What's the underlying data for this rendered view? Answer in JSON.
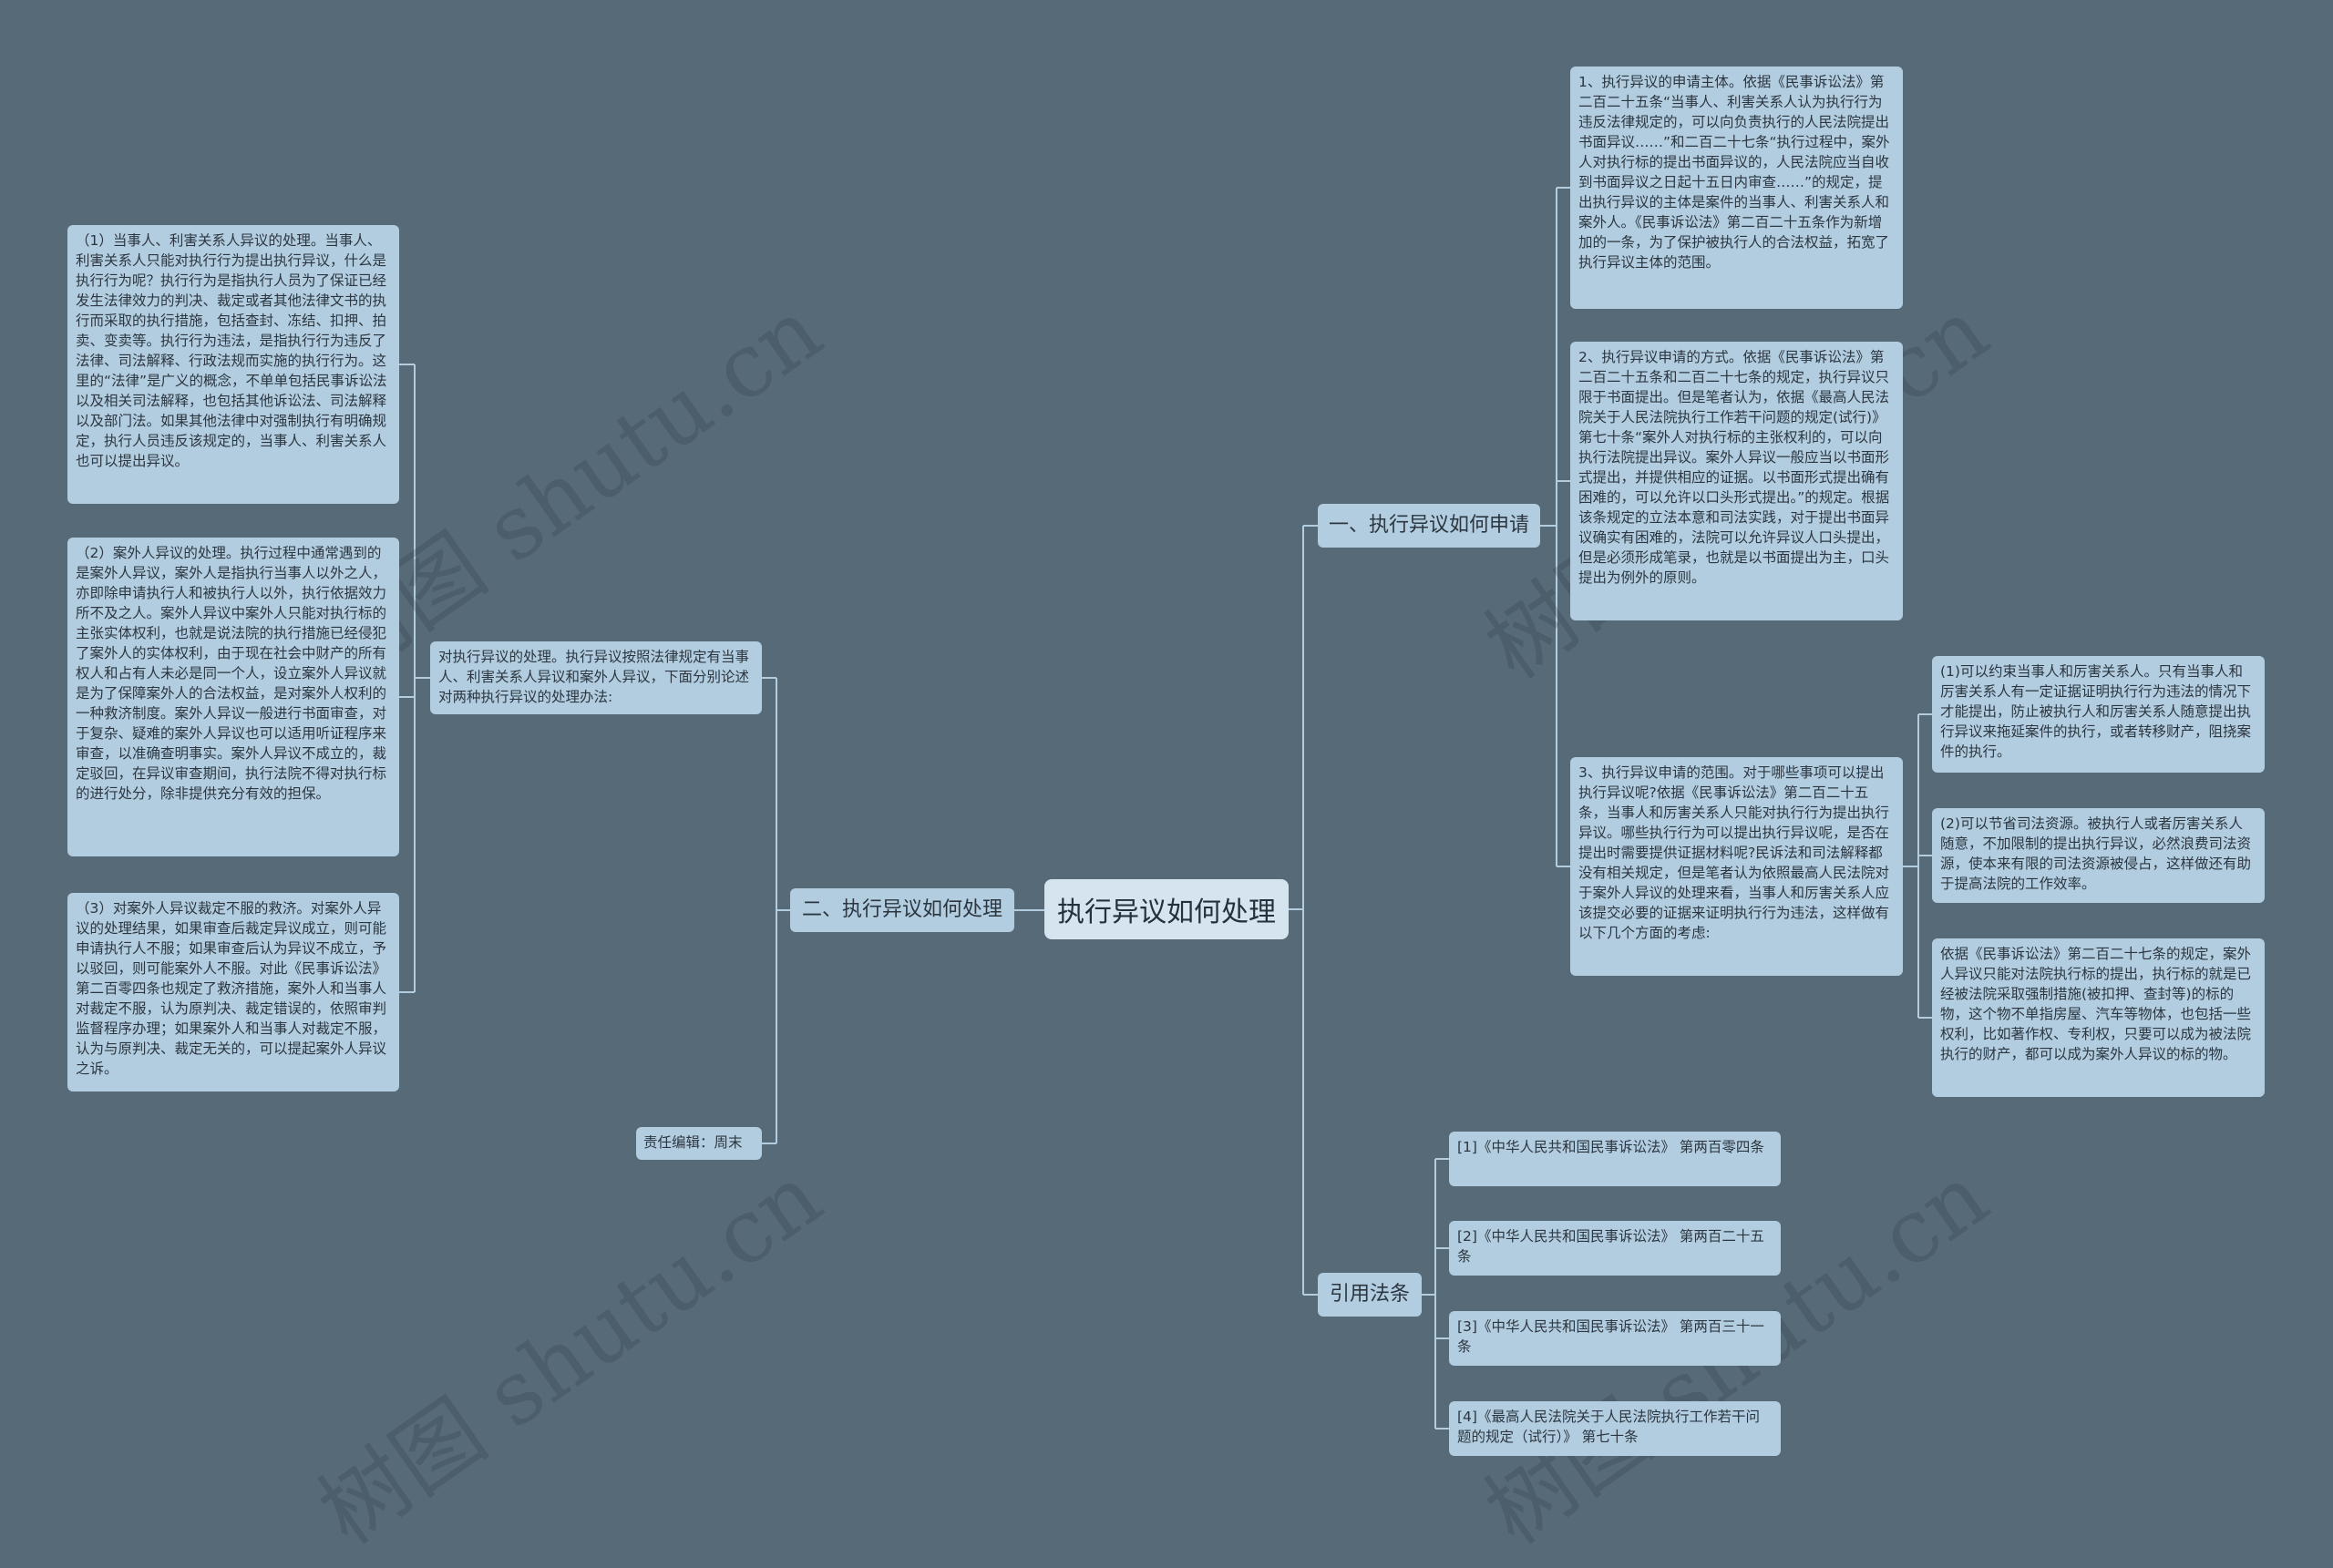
{
  "root": {
    "label": "执行异议如何处理"
  },
  "branch_apply": {
    "label": "一、执行异议如何申请",
    "items": [
      "1、执行异议的申请主体。依据《民事诉讼法》第二百二十五条“当事人、利害关系人认为执行行为违反法律规定的，可以向负责执行的人民法院提出书面异议……”和二百二十七条“执行过程中，案外人对执行标的提出书面异议的，人民法院应当自收到书面异议之日起十五日内审查……”的规定，提出执行异议的主体是案件的当事人、利害关系人和案外人。《民事诉讼法》第二百二十五条作为新增加的一条，为了保护被执行人的合法权益，拓宽了执行异议主体的范围。",
      "2、执行异议申请的方式。依据《民事诉讼法》第二百二十五条和二百二十七条的规定，执行异议只限于书面提出。但是笔者认为，依据《最高人民法院关于人民法院执行工作若干问题的规定(试行)》第七十条“案外人对执行标的主张权利的，可以向执行法院提出异议。案外人异议一般应当以书面形式提出，并提供相应的证据。以书面形式提出确有困难的，可以允许以口头形式提出。”的规定。根据该条规定的立法本意和司法实践，对于提出书面异议确实有困难的，法院可以允许异议人口头提出，但是必须形成笔录，也就是以书面提出为主，口头提出为例外的原则。",
      "3、执行异议申请的范围。对于哪些事项可以提出执行异议呢?依据《民事诉讼法》第二百二十五条，当事人和厉害关系人只能对执行行为提出执行异议。哪些执行行为可以提出执行异议呢，是否在提出时需要提供证据材料呢?民诉法和司法解释都没有相关规定，但是笔者认为依照最高人民法院对于案外人异议的处理来看，当事人和厉害关系人应该提交必要的证据来证明执行行为违法，这样做有以下几个方面的考虑:"
    ],
    "sub_items": [
      "(1)可以约束当事人和厉害关系人。只有当事人和厉害关系人有一定证据证明执行行为违法的情况下才能提出，防止被执行人和厉害关系人随意提出执行异议来拖延案件的执行，或者转移财产，阻挠案件的执行。",
      "(2)可以节省司法资源。被执行人或者厉害关系人随意，不加限制的提出执行异议，必然浪费司法资源，使本来有限的司法资源被侵占，这样做还有助于提高法院的工作效率。",
      "依据《民事诉讼法》第二百二十七条的规定，案外人异议只能对法院执行标的提出，执行标的就是已经被法院采取强制措施(被扣押、查封等)的标的物，这个物不单指房屋、汽车等物体，也包括一些权利，比如著作权、专利权，只要可以成为被法院执行的财产，都可以成为案外人异议的标的物。"
    ]
  },
  "branch_handle": {
    "label": "二、执行异议如何处理",
    "intro": "对执行异议的处理。执行异议按照法律规定有当事人、利害关系人异议和案外人异议，下面分别论述对两种执行异议的处理办法:",
    "items": [
      "（1）当事人、利害关系人异议的处理。当事人、利害关系人只能对执行行为提出执行异议，什么是执行行为呢？执行行为是指执行人员为了保证已经发生法律效力的判决、裁定或者其他法律文书的执行而采取的执行措施，包括查封、冻结、扣押、拍卖、变卖等。执行行为违法，是指执行行为违反了法律、司法解释、行政法规而实施的执行行为。这里的“法律”是广义的概念，不单单包括民事诉讼法以及相关司法解释，也包括其他诉讼法、司法解释以及部门法。如果其他法律中对强制执行有明确规定，执行人员违反该规定的，当事人、利害关系人也可以提出异议。",
      "（2）案外人异议的处理。执行过程中通常遇到的是案外人异议，案外人是指执行当事人以外之人，亦即除申请执行人和被执行人以外，执行依据效力所不及之人。案外人异议中案外人只能对执行标的主张实体权利，也就是说法院的执行措施已经侵犯了案外人的实体权利，由于现在社会中财产的所有权人和占有人未必是同一个人，设立案外人异议就是为了保障案外人的合法权益，是对案外人权利的一种救济制度。案外人异议一般进行书面审查，对于复杂、疑难的案外人异议也可以适用听证程序来审查，以准确查明事实。案外人异议不成立的，裁定驳回，在异议审查期间，执行法院不得对执行标的进行处分，除非提供充分有效的担保。",
      "（3）对案外人异议裁定不服的救济。对案外人异议的处理结果，如果审查后裁定异议成立，则可能申请执行人不服；如果审查后认为异议不成立，予以驳回，则可能案外人不服。对此《民事诉讼法》第二百零四条也规定了救济措施，案外人和当事人对裁定不服，认为原判决、裁定错误的，依照审判监督程序办理；如果案外人和当事人对裁定不服，认为与原判决、裁定无关的，可以提起案外人异议之诉。"
    ],
    "editor": "责任编辑：周末"
  },
  "branch_refs": {
    "label": "引用法条",
    "items": [
      "[1]《中华人民共和国民事诉讼法》 第两百零四条",
      "[2]《中华人民共和国民事诉讼法》 第两百二十五条",
      "[3]《中华人民共和国民事诉讼法》 第两百三十一条",
      "[4]《最高人民法院关于人民法院执行工作若干问题的规定（试行）》 第七十条"
    ]
  },
  "watermark": "树图 shutu.cn",
  "colors": {
    "background": "#566a78",
    "node": "#b3cde0",
    "root": "#d6e4ef",
    "line": "#b3cde0"
  }
}
